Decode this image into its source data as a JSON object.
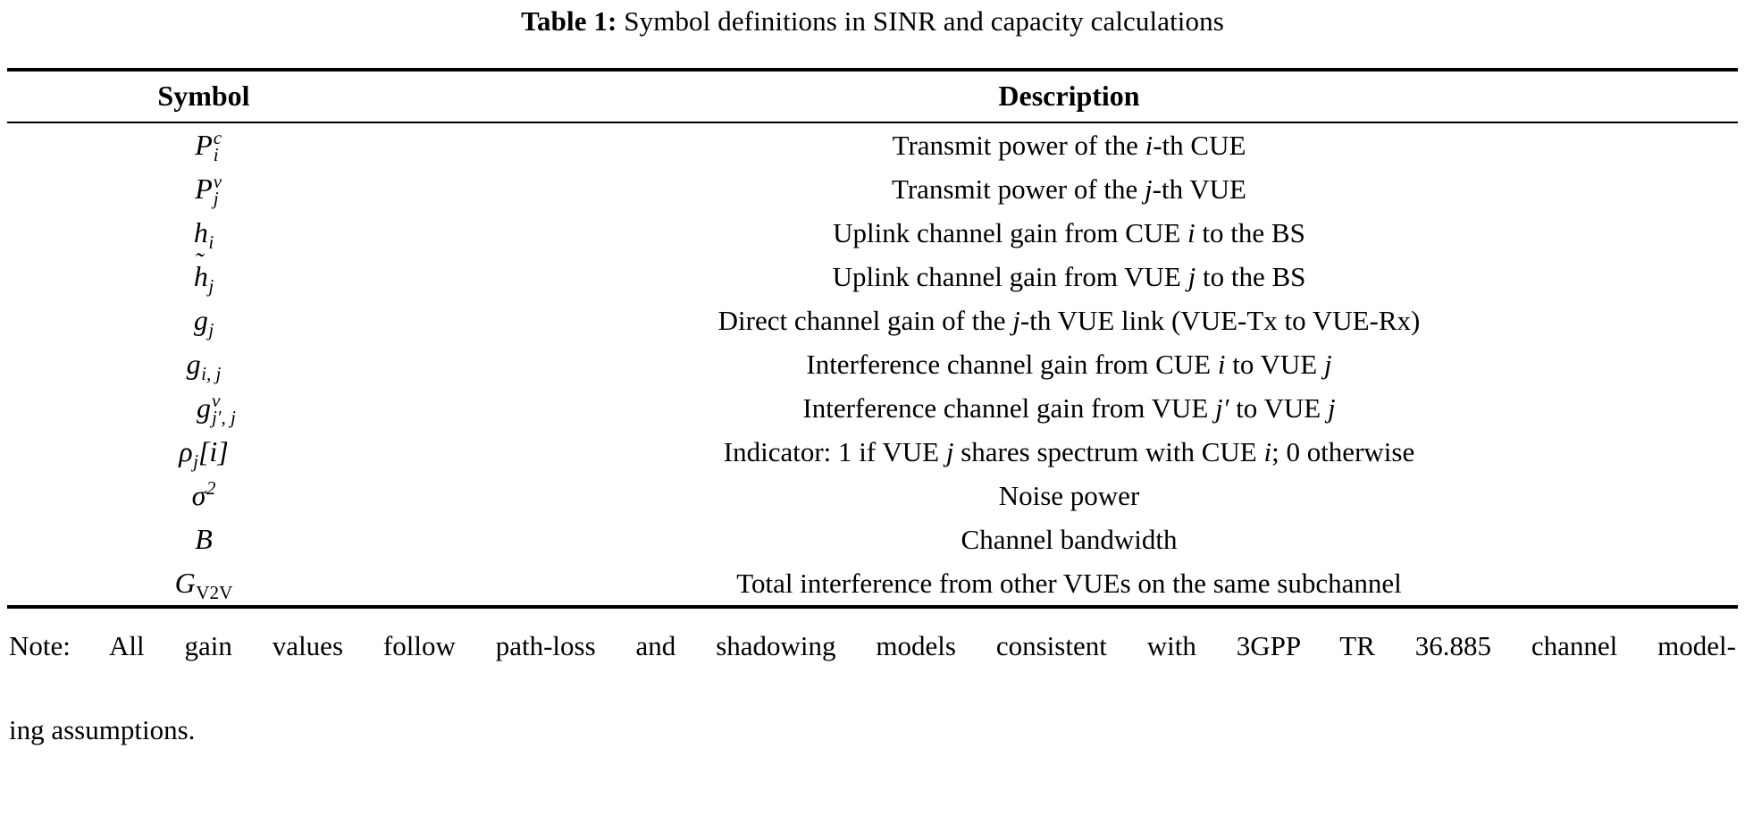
{
  "caption": {
    "label": "Table 1:",
    "text": "Symbol definitions in SINR and capacity calculations"
  },
  "table": {
    "columns": [
      "Symbol",
      "Description"
    ],
    "rows": [
      {
        "symbol_plain": "P_i^c",
        "description": "Transmit power of the i-th CUE",
        "desc_pre": "Transmit power of the ",
        "desc_math": "i",
        "desc_post": "-th CUE"
      },
      {
        "symbol_plain": "P_j^v",
        "description": "Transmit power of the j-th VUE",
        "desc_pre": "Transmit power of the ",
        "desc_math": "j",
        "desc_post": "-th VUE"
      },
      {
        "symbol_plain": "h_i",
        "description": "Uplink channel gain from CUE i to the BS",
        "desc_pre": "Uplink channel gain from CUE ",
        "desc_math": "i",
        "desc_post": " to the BS"
      },
      {
        "symbol_plain": "h~_j",
        "description": "Uplink channel gain from VUE j to the BS",
        "desc_pre": "Uplink channel gain from VUE ",
        "desc_math": "j",
        "desc_post": " to the BS"
      },
      {
        "symbol_plain": "g_j",
        "description": "Direct channel gain of the j-th VUE link (VUE-Tx to VUE-Rx)",
        "desc_pre": "Direct channel gain of the ",
        "desc_math": "j",
        "desc_post": "-th VUE link (VUE-Tx to VUE-Rx)"
      },
      {
        "symbol_plain": "g_{i,j}",
        "description": "Interference channel gain from CUE i to VUE j",
        "desc_pre": "Interference channel gain from CUE ",
        "desc_math": "i",
        "desc_mid": " to VUE ",
        "desc_math2": "j",
        "desc_post": ""
      },
      {
        "symbol_plain": "g^v_{j',j}",
        "description": "Interference channel gain from VUE j' to VUE j",
        "desc_pre": "Interference channel gain from VUE ",
        "desc_math": "j′",
        "desc_mid": " to VUE ",
        "desc_math2": "j",
        "desc_post": ""
      },
      {
        "symbol_plain": "rho_j[i]",
        "description": "Indicator: 1 if VUE j shares spectrum with CUE i; 0 otherwise",
        "desc_pre": "Indicator: 1 if VUE ",
        "desc_math": "j",
        "desc_mid": " shares spectrum with CUE ",
        "desc_math2": "i",
        "desc_post": "; 0 otherwise"
      },
      {
        "symbol_plain": "sigma^2",
        "description": "Noise power",
        "desc_pre": "Noise power",
        "desc_math": "",
        "desc_post": ""
      },
      {
        "symbol_plain": "B",
        "description": "Channel bandwidth",
        "desc_pre": "Channel bandwidth",
        "desc_math": "",
        "desc_post": ""
      },
      {
        "symbol_plain": "G_V2V",
        "description": "Total interference from other VUEs on the same subchannel",
        "desc_pre": "Total interference from other VUEs on the same subchannel",
        "desc_math": "",
        "desc_post": ""
      }
    ],
    "symbol_glyphs": {
      "P": "P",
      "h": "h",
      "g": "g",
      "rho": "ρ",
      "sigma": "σ",
      "B": "B",
      "G": "G",
      "tilde": "˜",
      "prime": "′",
      "sup_c": "c",
      "sup_v": "v",
      "sub_i": "i",
      "sub_j": "j",
      "sub_ij": "i, j",
      "sub_jpj": "j′, j",
      "bracket_i": "[i]",
      "sup_2": "2",
      "sub_V2V": "V2V"
    }
  },
  "note": {
    "line1": "Note: All gain values follow path-loss and shadowing models consistent with 3GPP TR 36.885 channel model-",
    "line2": "ing assumptions."
  },
  "colors": {
    "text": "#000000",
    "background": "#ffffff",
    "rule": "#000000"
  }
}
